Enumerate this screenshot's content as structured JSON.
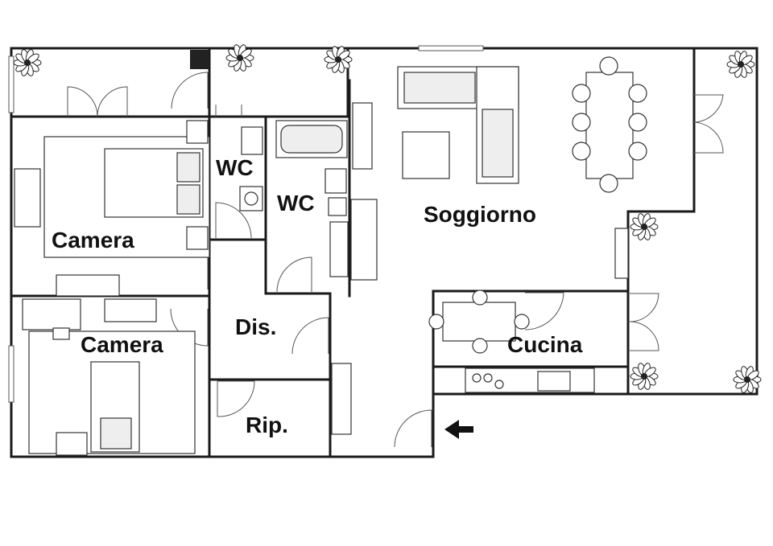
{
  "rooms": [
    {
      "name": "Camera"
    },
    {
      "name": "Camera"
    },
    {
      "name": "WC"
    },
    {
      "name": "WC"
    },
    {
      "name": "Soggiorno"
    },
    {
      "name": "Dis."
    },
    {
      "name": "Rip."
    },
    {
      "name": "Cucina"
    }
  ],
  "icons": {
    "entrance": "arrow-left-icon",
    "plant": "plant-icon"
  },
  "colors": {
    "walls": "#1a1a1a",
    "background": "#ffffff"
  }
}
